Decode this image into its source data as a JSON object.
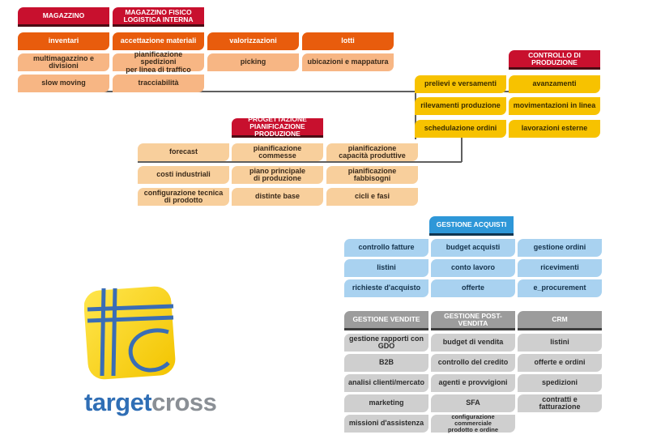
{
  "magazzino": {
    "header": "MAGAZZINO",
    "items": [
      "inventari",
      "multimagazzino e divisioni",
      "slow moving"
    ]
  },
  "magazzino_fisico": {
    "header_line1": "MAGAZZINO FISICO",
    "header_line2": "LOGISTICA INTERNA",
    "items": [
      "accettazione materiali",
      "pianificazione spedizioni",
      "per linea di traffico",
      "tracciabilità"
    ]
  },
  "valorizzazioni": {
    "items": [
      "valorizzazioni",
      "picking"
    ]
  },
  "lotti": {
    "items": [
      "lotti",
      "ubicazioni e mappatura"
    ]
  },
  "controllo_produzione": {
    "header": "CONTROLLO DI PRODUZIONE",
    "items": [
      "prelievi e versamenti",
      "avanzamenti",
      "rilevamenti produzione",
      "movimentazioni in linea",
      "schedulazione ordini",
      "lavorazioni esterne"
    ]
  },
  "progettazione": {
    "header_line1": "PROGETTAZIONE",
    "header_line2": "PIANIFICAZIONE PRODUZIONE",
    "items": [
      "forecast",
      "pianificazione commesse",
      "pianificazione",
      "capacità produttive",
      "costi industriali",
      "piano principale",
      "di produzione",
      "pianificazione fabbisogni",
      "configurazione tecnica",
      "di prodotto",
      "distinte base",
      "cicli e fasi"
    ]
  },
  "acquisti": {
    "header": "GESTIONE ACQUISTI",
    "items": [
      "controllo fatture",
      "budget acquisti",
      "gestione ordini",
      "listini",
      "conto lavoro",
      "ricevimenti",
      "richieste d'acquisto",
      "offerte",
      "e_procurement"
    ]
  },
  "vendite": {
    "header": "GESTIONE VENDITE",
    "items": [
      "gestione rapporti con GDO",
      "B2B",
      "analisi clienti/mercato",
      "marketing",
      "missioni d'assistenza"
    ]
  },
  "post_vendita": {
    "header": "GESTIONE POST-VENDITA",
    "items": [
      "budget di vendita",
      "controllo del credito",
      "agenti e provvigioni",
      "SFA",
      "configurazione commerciale",
      "prodotto e ordine"
    ]
  },
  "crm": {
    "header": "CRM",
    "items": [
      "listini",
      "offerte e ordini",
      "spedizioni",
      "contratti e fatturazione"
    ]
  },
  "logo": {
    "part1": "target",
    "part2": "cross",
    "colors": {
      "yellow": "#f7d000",
      "blue": "#3a6db5",
      "text1": "#2f6eb5",
      "text2": "#8a8f95"
    }
  }
}
